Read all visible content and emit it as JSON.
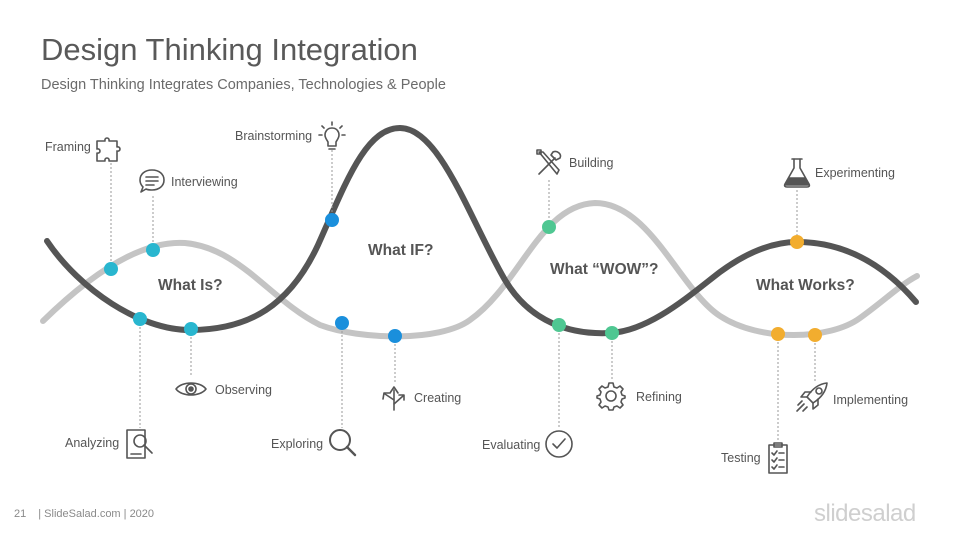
{
  "title": "Design Thinking Integration",
  "subtitle": "Design Thinking Integrates Companies, Technologies & People",
  "phases": {
    "what_is": "What Is?",
    "what_if": "What IF?",
    "what_wow": "What “WOW”?",
    "what_works": "What Works?"
  },
  "steps": {
    "framing": "Framing",
    "interviewing": "Interviewing",
    "analyzing": "Analyzing",
    "observing": "Observing",
    "brainstorming": "Brainstorming",
    "exploring": "Exploring",
    "creating": "Creating",
    "building": "Building",
    "evaluating": "Evaluating",
    "refining": "Refining",
    "experimenting": "Experimenting",
    "testing": "Testing",
    "implementing": "Implementing"
  },
  "colors": {
    "dark_curve": "#555555",
    "light_curve": "#c4c4c4",
    "cyan": "#29b6cf",
    "blue": "#1a8fdc",
    "green": "#4fc792",
    "orange": "#f2ad2f",
    "icon": "#555555"
  },
  "footer": {
    "page_number": "21",
    "credit": "| SlideSalad.com | 2020",
    "brand": "slidesalad"
  }
}
